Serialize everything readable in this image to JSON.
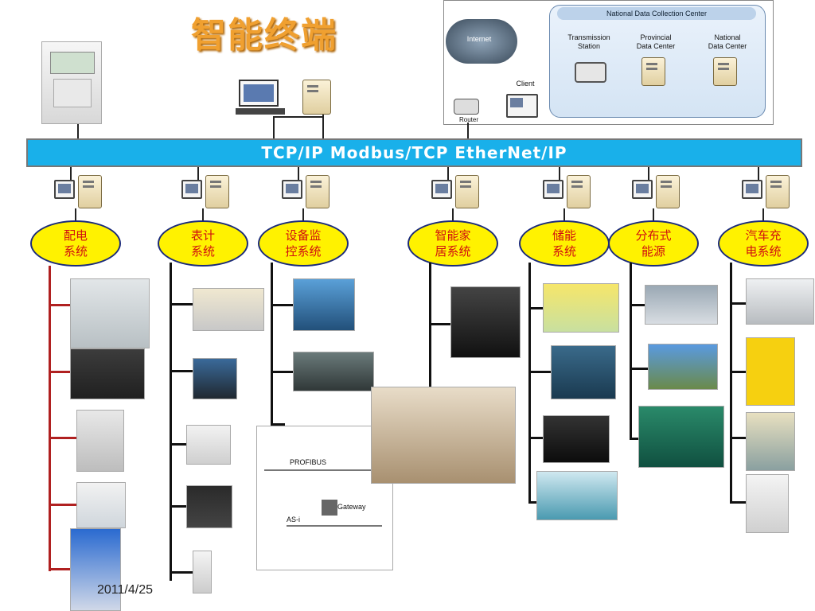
{
  "title": "智能终端",
  "bus_label": "TCP/IP  Modbus/TCP  EtherNet/IP",
  "inset": {
    "center_title": "National Data Collection Center",
    "internet": "Internet",
    "client": "Client",
    "router": "Router",
    "transmission": "Transmission\nStation",
    "provincial": "Provincial\nData Center",
    "national": "National\nData Center"
  },
  "subsystems": [
    {
      "label": "配电\n系统"
    },
    {
      "label": "表计\n系统"
    },
    {
      "label": "设备监\n控系统"
    },
    {
      "label": "智能家\n居系统"
    },
    {
      "label": "储能\n系统"
    },
    {
      "label": "分布式\n能源"
    },
    {
      "label": "汽车充\n电系统"
    }
  ],
  "fieldbus": {
    "profibus": "PROFIBUS",
    "gateway": "Gateway",
    "asi": "AS-i"
  },
  "date": "2011/4/25",
  "colors": {
    "bus": "#19b0ea",
    "oval_fill": "#fff200",
    "oval_text": "#d01010",
    "title": "#f0a030",
    "distribution_line": "#b02020"
  },
  "icons": [
    "monitor-icon",
    "server-icon",
    "cloud-icon",
    "meter-icon",
    "car-icon",
    "battery-icon",
    "solar-panel-icon",
    "wind-turbine-icon",
    "house-icon"
  ]
}
